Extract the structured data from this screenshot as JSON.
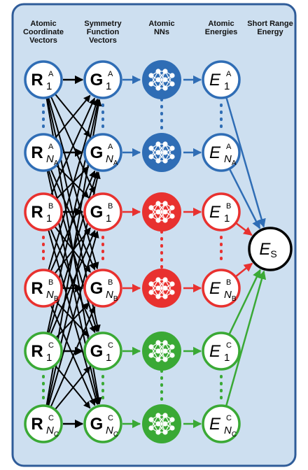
{
  "headers": [
    {
      "lines": [
        "Atomic",
        "Coordinate",
        "Vectors"
      ]
    },
    {
      "lines": [
        "Symmetry",
        "Function",
        "Vectors"
      ]
    },
    {
      "lines": [
        "Atomic",
        "NNs"
      ]
    },
    {
      "lines": [
        "Atomic",
        "Energies"
      ]
    },
    {
      "lines": [
        "Short Range",
        "Energy"
      ]
    }
  ],
  "colors": {
    "A": "#2f6db5",
    "B": "#e8312f",
    "C": "#3aa935",
    "panel_fill": "#cddff0",
    "panel_border": "#2f5c99",
    "black": "#000000"
  },
  "rows": [
    {
      "species": "A",
      "index": "1"
    },
    {
      "species": "A",
      "index": "N",
      "index_sub": "A"
    },
    {
      "species": "B",
      "index": "1"
    },
    {
      "species": "B",
      "index": "N",
      "index_sub": "B"
    },
    {
      "species": "C",
      "index": "1"
    },
    {
      "species": "C",
      "index": "N",
      "index_sub": "C"
    }
  ],
  "symbols": {
    "coordinate": "R",
    "symmetry": "G",
    "energy": "E"
  },
  "output": {
    "symbol": "E",
    "subscript": "S"
  }
}
